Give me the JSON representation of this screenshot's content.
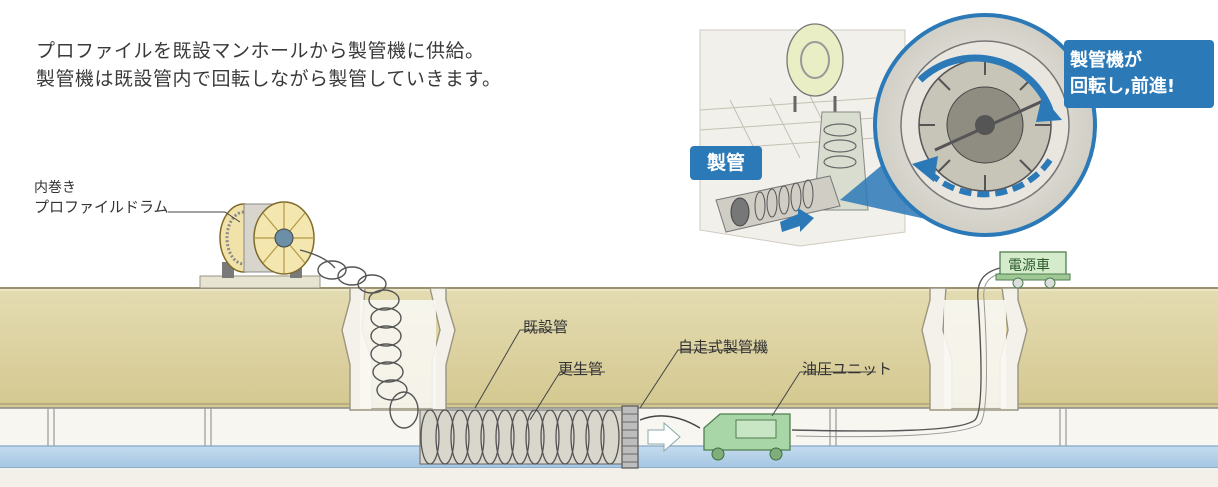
{
  "intro": {
    "line1": "プロファイルを既設マンホールから製管機に供給。",
    "line2": "製管機は既設管内で回転しながら製管していきます。"
  },
  "labels": {
    "drum_line1": "内巻き",
    "drum_line2": "プロファイルドラム",
    "existing_pipe": "既設管",
    "renewed_pipe": "更生管",
    "machine": "自走式製管機",
    "hydraulic": "油圧ユニット",
    "power_truck": "電源車"
  },
  "callouts": {
    "pipe_making": "製管",
    "rotate_line1": "製管機が",
    "rotate_line2": "回転し,前進!"
  },
  "colors": {
    "soil": "#ddd3a3",
    "water": "#b7d4ea",
    "callout_blue": "#2c79b8",
    "unit_green": "#a9d6a6"
  }
}
